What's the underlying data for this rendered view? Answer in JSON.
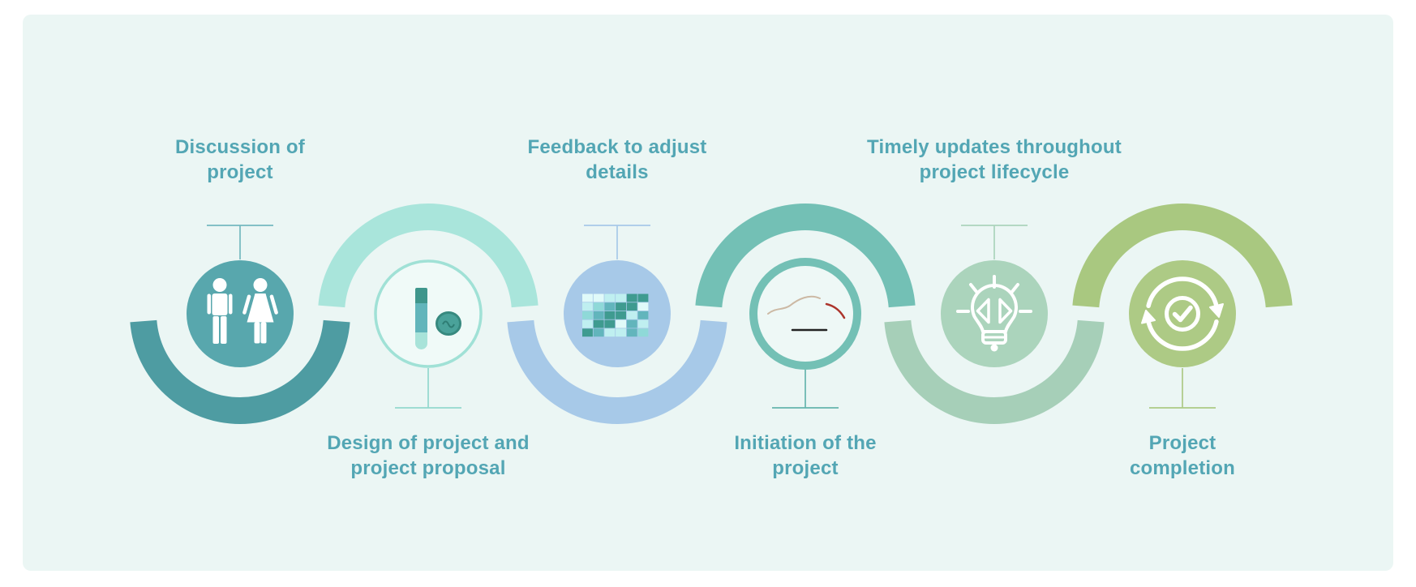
{
  "theme": {
    "page_background": "#ffffff",
    "panel_background": "#ebf6f4",
    "label_color": "#53a6b4",
    "icon_color": "#ffffff"
  },
  "steps": [
    {
      "label": "Discussion of\nproject",
      "label_position": "top",
      "icon": "people-icon",
      "circle_fill": "#58a7ad",
      "arc_color": "#4e9ca2",
      "connector_color": "#74b9bf"
    },
    {
      "label": "Design of project and\nproject proposal",
      "label_position": "bottom",
      "icon": "test-tube-icon",
      "circle_fill": "#f0faf8",
      "ring_color": "#a0e1d6",
      "arc_color": "#a9e5db",
      "connector_color": "#93d8cd",
      "tube_colors": {
        "top": "#3f968c",
        "middle": "#62b5bb",
        "bottom": "#a8e3d9"
      },
      "coin_colors": {
        "fill": "#4aa29a",
        "border": "#37897f",
        "squiggle": "#2e7d74"
      }
    },
    {
      "label": "Feedback to adjust\ndetails",
      "label_position": "top",
      "icon": "heatmap-icon",
      "circle_fill": "#a7c9e8",
      "arc_color": "#a7c9e8",
      "connector_color": "#a7c9e8",
      "heatmap_cells": [
        [
          "#e0faf9",
          "#e0faf9",
          "#bfeff0",
          "#bfeff0",
          "#3f9b90",
          "#3f9b90"
        ],
        [
          "#bfeff0",
          "#8fd9d8",
          "#62b5bc",
          "#3f9b90",
          "#3f9b90",
          "#e0faf9"
        ],
        [
          "#8fd9d8",
          "#62b5bc",
          "#3f9b90",
          "#3f9b90",
          "#bfeff0",
          "#62b5bc"
        ],
        [
          "#bfeff0",
          "#3f9b90",
          "#3f9b90",
          "#e0faf9",
          "#62b5bc",
          "#bfeff0"
        ],
        [
          "#3f9b90",
          "#62b5bc",
          "#bfeff0",
          "#bfeff0",
          "#62b5bc",
          "#8fd9d8"
        ]
      ]
    },
    {
      "label": "Initiation of the\nproject",
      "label_position": "bottom",
      "icon": "chart-sketch-icon",
      "circle_fill": "#eef8f6",
      "ring_color": "#73c0b5",
      "arc_color": "#73c0b5",
      "connector_color": "#66b5ad",
      "sketch_colors": {
        "curve": "#ccb9a4",
        "arc": "#ac352c",
        "line": "#222222"
      }
    },
    {
      "label": "Timely updates throughout\nproject lifecycle",
      "label_position": "top",
      "icon": "lightbulb-icon",
      "circle_fill": "#abd4bc",
      "arc_color": "#a6cfb8",
      "connector_color": "#abd4bc"
    },
    {
      "label": "Project\ncompletion",
      "label_position": "bottom",
      "icon": "sync-check-icon",
      "circle_fill": "#adca85",
      "arc_color": "#a9c880",
      "connector_color": "#adca85"
    }
  ]
}
